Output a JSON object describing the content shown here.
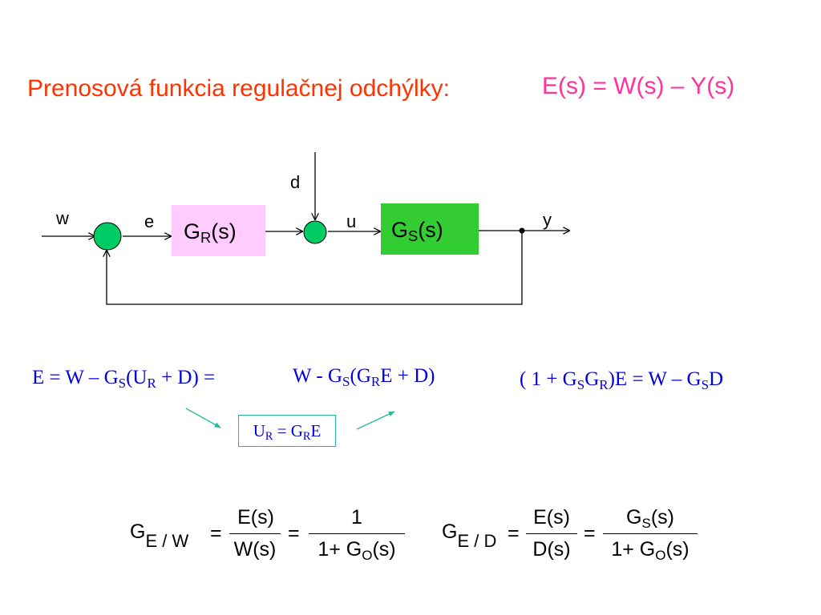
{
  "slide": {
    "title": "Prenosová funkcia  regulačnej odchýlky:",
    "title_equation": "E(s) = W(s) – Y(s)",
    "colors": {
      "title": "#ff3300",
      "title_equation": "#ff3399",
      "equations": "#0000dd",
      "controller_block": "#ffccff",
      "plant_block": "#33cc33",
      "summing_junction": "#00cc66",
      "substitution_box_border": "#22bb99",
      "hint_arrows": "#22bb99"
    }
  },
  "diagram": {
    "controller_block": {
      "base": "G",
      "sub": "R",
      "tail": "(s)"
    },
    "plant_block": {
      "base": "G",
      "sub": "S",
      "tail": "(s)"
    },
    "signals": {
      "w": "w",
      "e": "e",
      "d": "d",
      "u": "u",
      "y": "y"
    }
  },
  "equations": {
    "eq1": [
      {
        "t": "E = W – G"
      },
      {
        "sub": "S"
      },
      {
        "t": "(U"
      },
      {
        "sub": "R"
      },
      {
        "t": "  + D) ="
      }
    ],
    "eq2": [
      {
        "t": "W - G"
      },
      {
        "sub": "S"
      },
      {
        "t": "(G"
      },
      {
        "sub": "R"
      },
      {
        "t": "E + D)"
      }
    ],
    "eq3": [
      {
        "t": "( 1 + G"
      },
      {
        "sub": "S"
      },
      {
        "t": "G"
      },
      {
        "sub": "R"
      },
      {
        "t": ")E = W – G"
      },
      {
        "sub": "S"
      },
      {
        "t": "D"
      }
    ],
    "substitution": [
      {
        "t": "U"
      },
      {
        "sub": "R"
      },
      {
        "t": " = G"
      },
      {
        "sub": "R"
      },
      {
        "t": "E"
      }
    ]
  },
  "transfer_functions": {
    "g_ew": {
      "lhs_base": "G",
      "lhs_sub": "E / W",
      "eq1": "=",
      "num1": "E(s)",
      "den1": "W(s)",
      "eq2": "=",
      "num2": "1",
      "den2_prefix": "1+ G",
      "den2_sub": "O",
      "den2_tail": "(s)"
    },
    "g_ed": {
      "lhs_base": "G",
      "lhs_sub": "E / D",
      "eq1": "=",
      "num1": "E(s)",
      "den1": "D(s)",
      "eq2": "=",
      "num2_base": "G",
      "num2_sub": "S",
      "num2_tail": "(s)",
      "den2_prefix": "1+ G",
      "den2_sub": "O",
      "den2_tail": "(s)"
    }
  }
}
